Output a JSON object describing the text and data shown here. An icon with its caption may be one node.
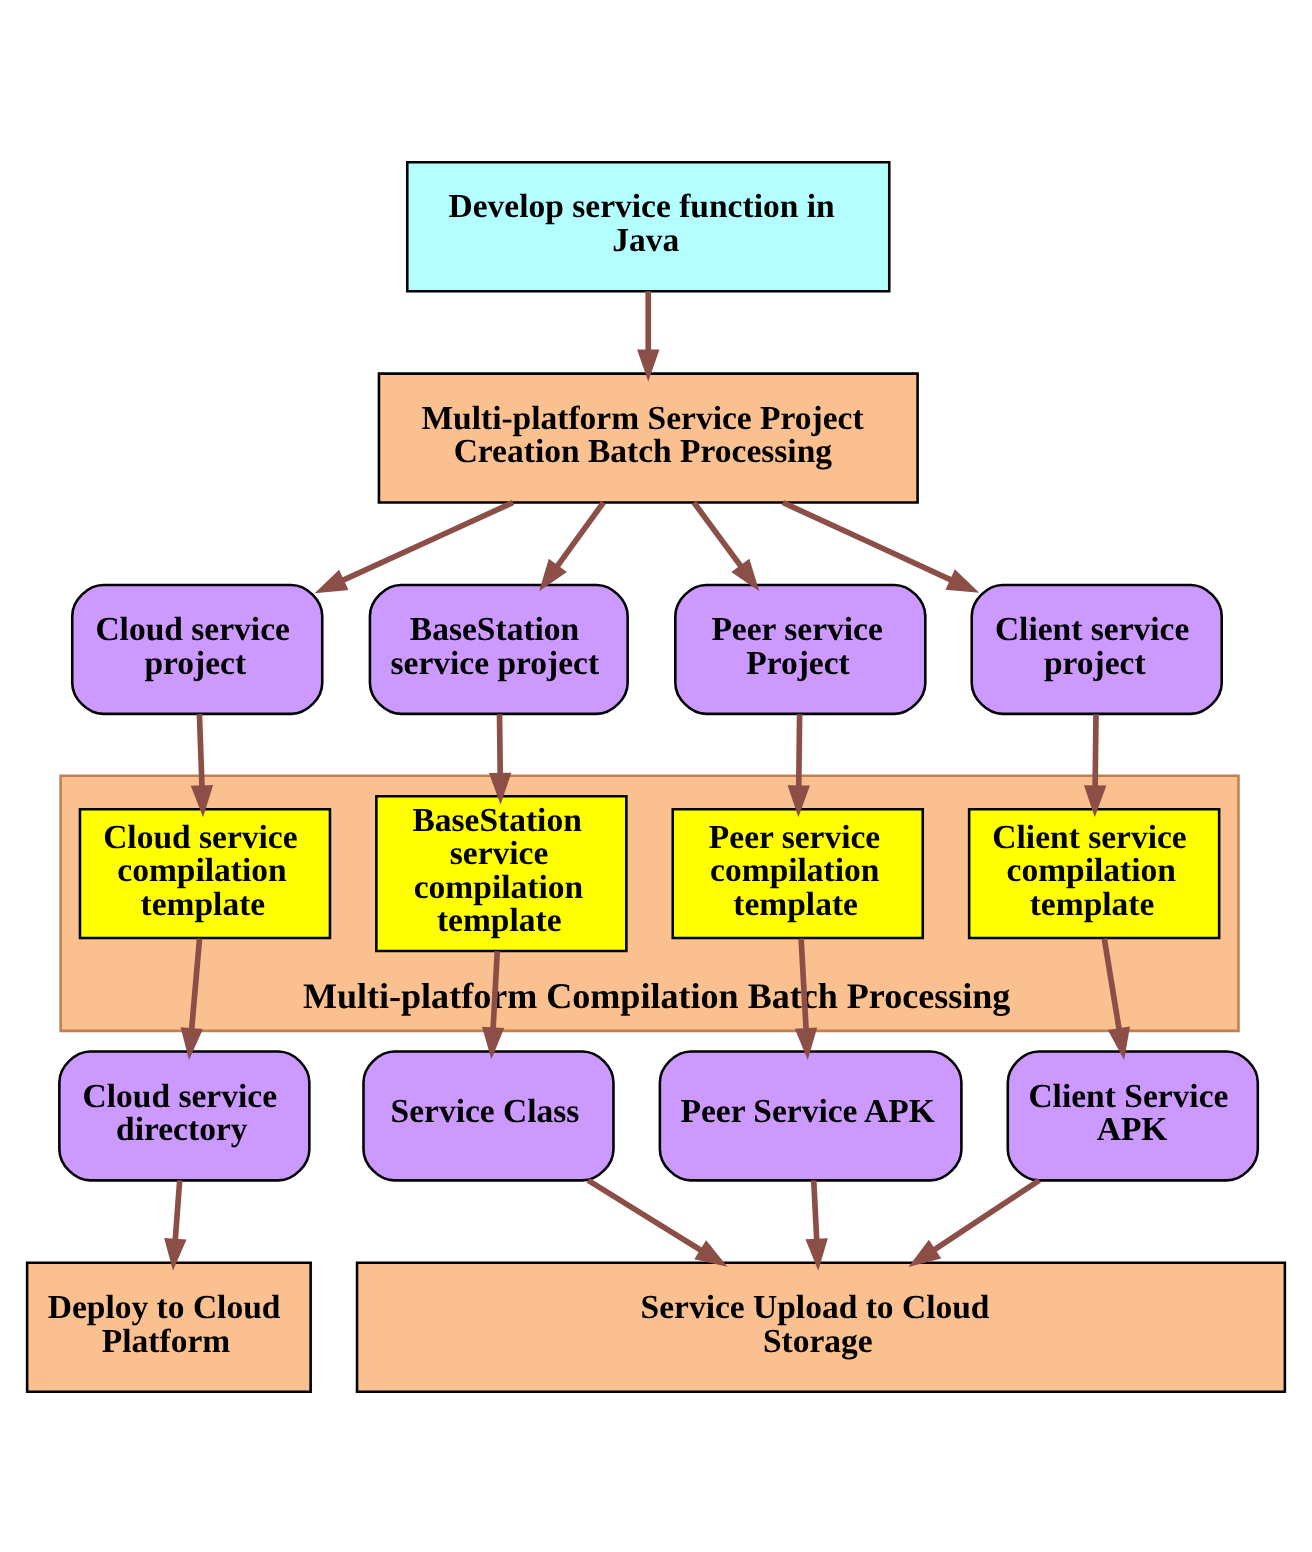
{
  "diagram": {
    "nodes": [
      {
        "text": [
          "Develop service function in Java"
        ]
      },
      {
        "text": [
          "Multi-platform Service Project Creation Batch Processing"
        ]
      },
      {
        "text": [
          "Cloud service project"
        ]
      },
      {
        "text": [
          "BaseStation service project"
        ]
      },
      {
        "text": [
          "Peer service Project"
        ]
      },
      {
        "text": [
          "Client service project"
        ]
      },
      {
        "text": [
          "Multi-platform Compilation Batch Processing"
        ]
      },
      {
        "text": [
          "Cloud service compilation template"
        ],
        "in": 6
      },
      {
        "text": [
          "BaseStation service compilation template"
        ],
        "in": 6
      },
      {
        "text": [
          "Peer service compilation template"
        ],
        "in": 6
      },
      {
        "text": [
          "Client service compilation template"
        ],
        "in": 6
      },
      {
        "text": [
          "Cloud service directory"
        ]
      },
      {
        "text": [
          "Service Class"
        ]
      },
      {
        "text": [
          "Peer Service APK"
        ]
      },
      {
        "text": [
          "Client Service APK"
        ]
      },
      {
        "text": [
          "Deploy to Cloud Platform"
        ]
      },
      {
        "text": [
          "Service Upload to Cloud Storage"
        ]
      }
    ],
    "edges": [
      {
        "from": 0,
        "to": 1,
        "arrow": "to"
      },
      {
        "from": 1,
        "to": 2,
        "arrow": "to"
      },
      {
        "from": 1,
        "to": 3,
        "arrow": "to"
      },
      {
        "from": 1,
        "to": 4,
        "arrow": "to"
      },
      {
        "from": 1,
        "to": 5,
        "arrow": "to"
      },
      {
        "from": 2,
        "to": 7,
        "arrow": "to"
      },
      {
        "from": 3,
        "to": 8,
        "arrow": "to"
      },
      {
        "from": 4,
        "to": 9,
        "arrow": "to"
      },
      {
        "from": 5,
        "to": 10,
        "arrow": "to"
      },
      {
        "from": 7,
        "to": 11,
        "arrow": "to"
      },
      {
        "from": 8,
        "to": 12,
        "arrow": "to"
      },
      {
        "from": 9,
        "to": 13,
        "arrow": "to"
      },
      {
        "from": 10,
        "to": 14,
        "arrow": "to"
      },
      {
        "from": 11,
        "to": 15,
        "arrow": "to"
      },
      {
        "from": 12,
        "to": 16,
        "arrow": "to"
      },
      {
        "from": 13,
        "to": 16,
        "arrow": "to"
      },
      {
        "from": 14,
        "to": 16,
        "arrow": "to"
      }
    ]
  }
}
